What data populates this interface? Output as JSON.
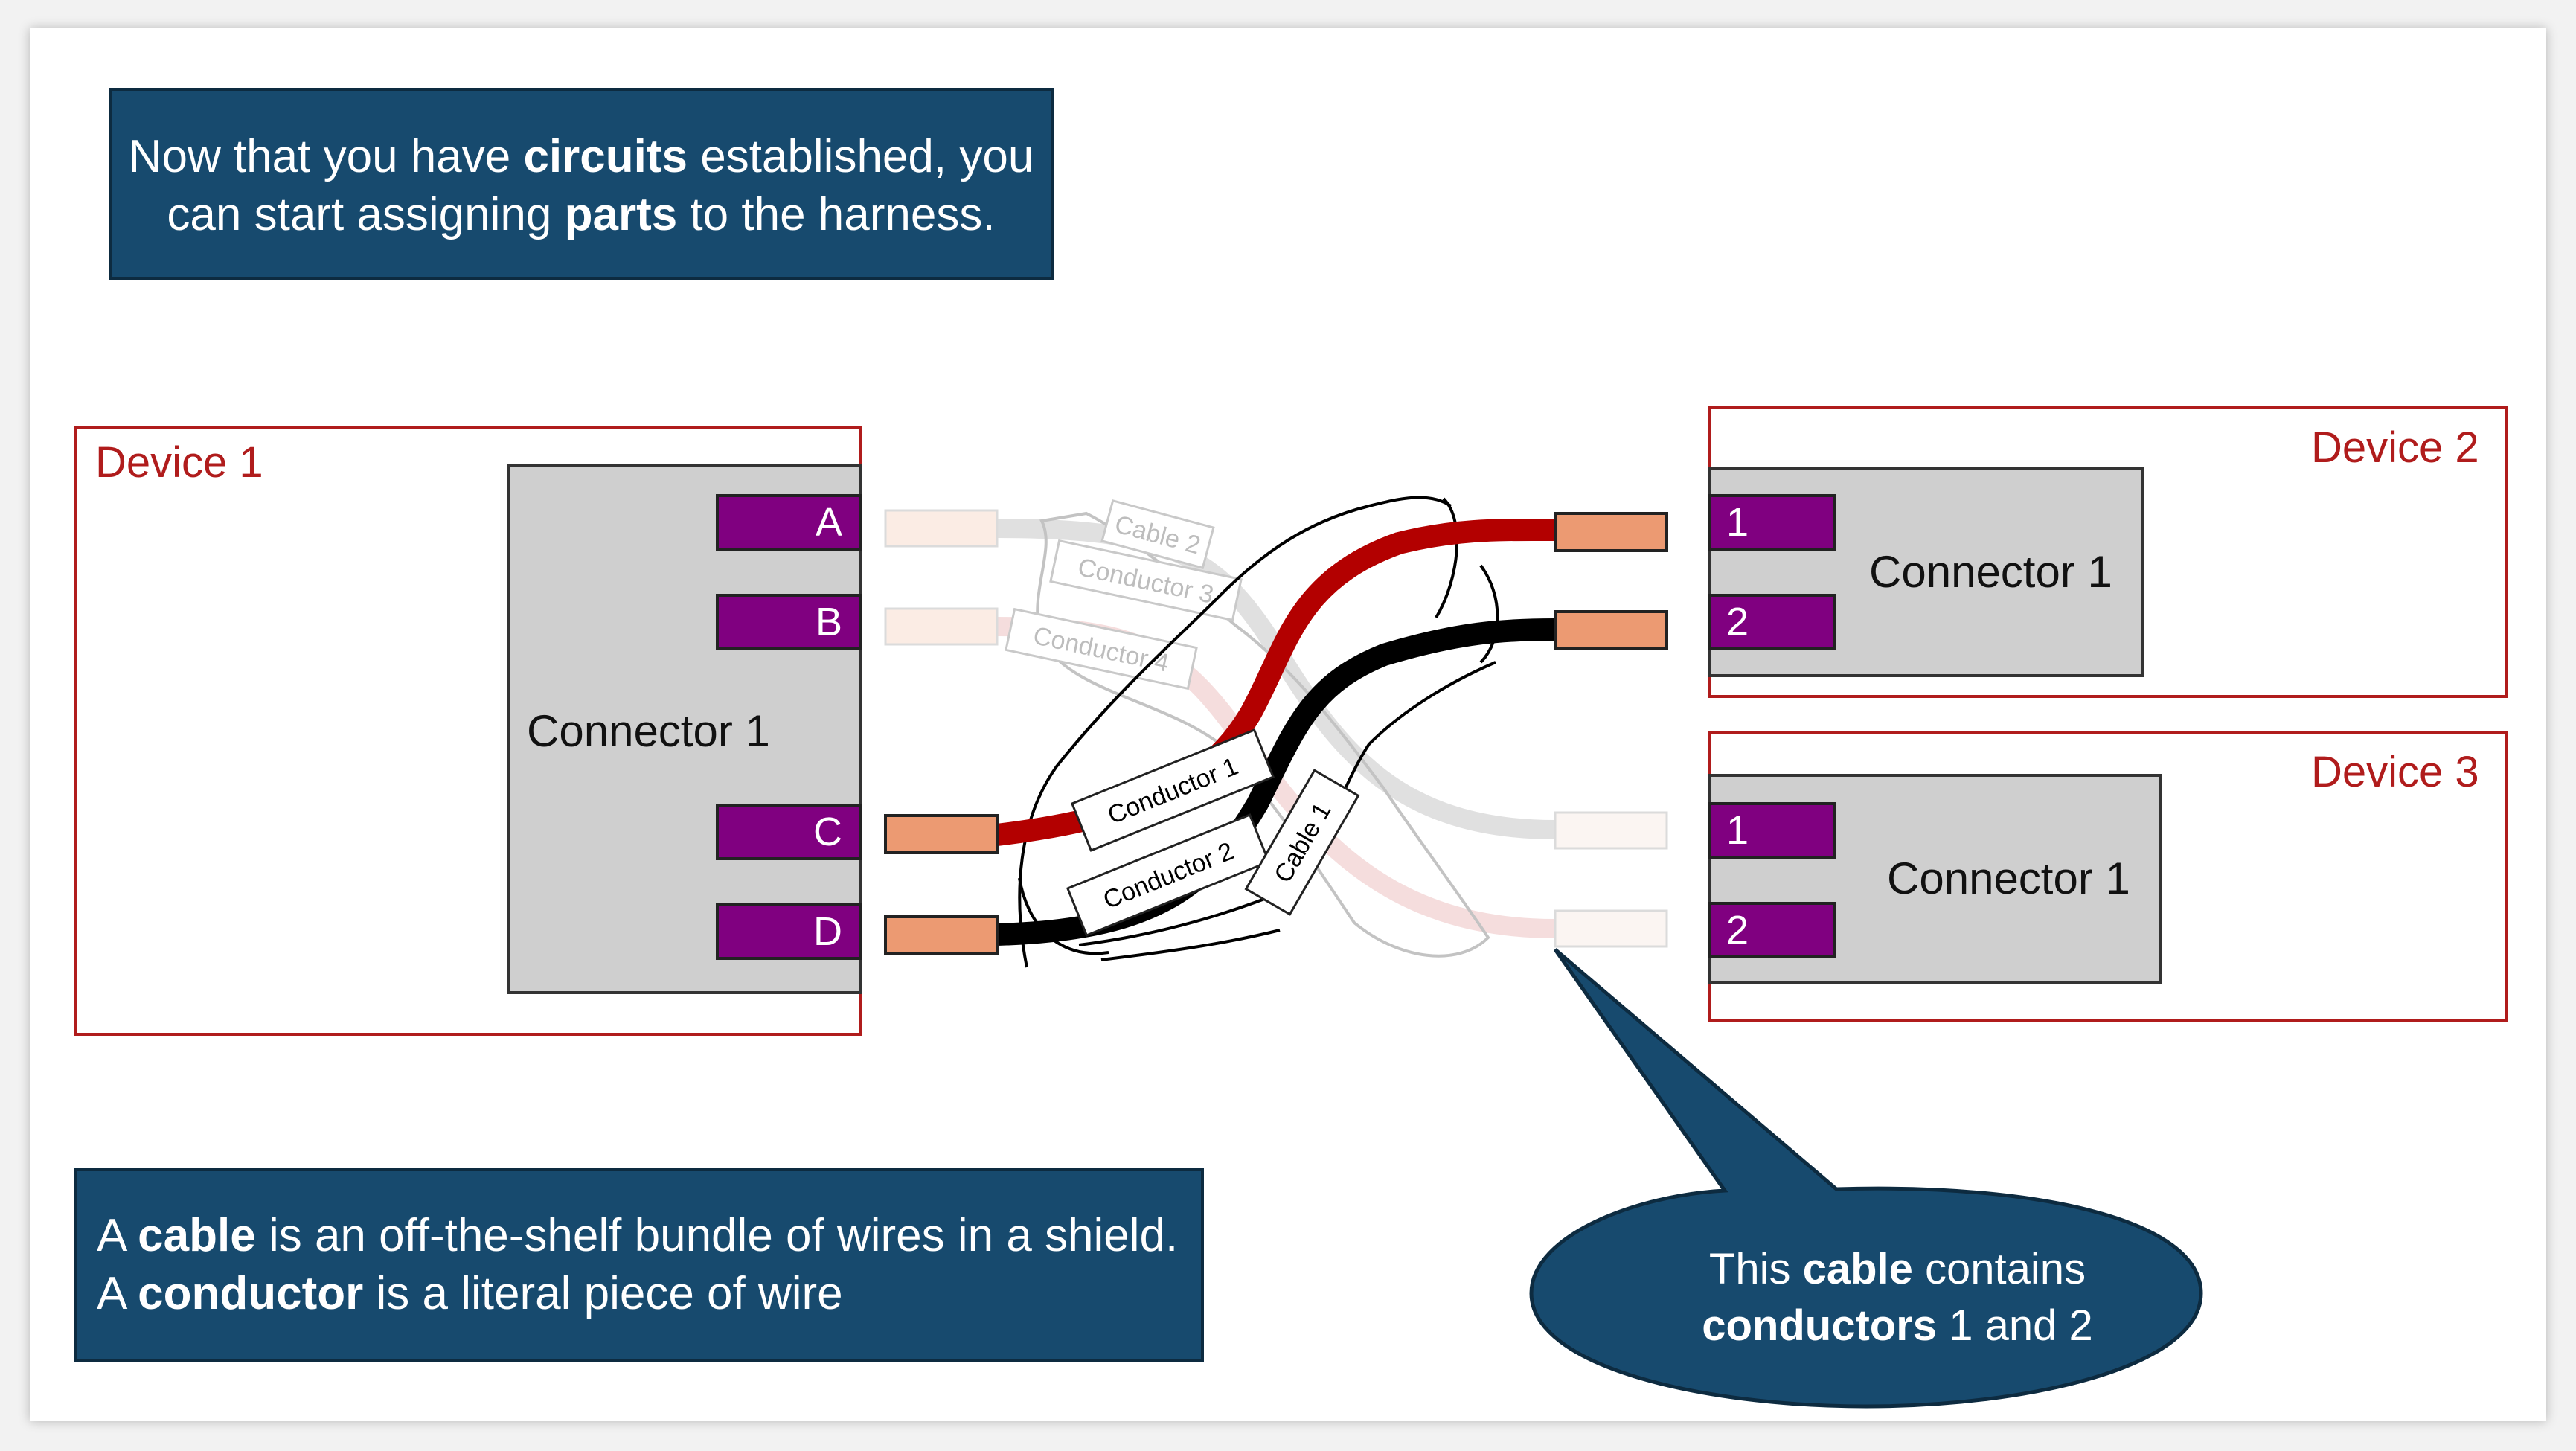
{
  "callout_top": {
    "pre": "Now that you have ",
    "bold1": "circuits",
    "mid": " established, you can start assigning ",
    "bold2": "parts",
    "post": " to the harness."
  },
  "callout_bottom": {
    "line1_pre": "A ",
    "line1_bold": "cable",
    "line1_post": " is an off-the-shelf bundle of wires in a shield.",
    "line2_pre": "A ",
    "line2_bold": "conductor",
    "line2_post": " is a literal piece of wire"
  },
  "bubble": {
    "line1_pre": "This ",
    "line1_bold": "cable",
    "line1_post": " contains",
    "line2_bold": "conductors",
    "line2_post": " 1 and 2"
  },
  "devices": {
    "device1": {
      "label": "Device 1",
      "connector": "Connector 1",
      "pins": [
        "A",
        "B",
        "C",
        "D"
      ]
    },
    "device2": {
      "label": "Device 2",
      "connector": "Connector 1",
      "pins": [
        "1",
        "2"
      ]
    },
    "device3": {
      "label": "Device 3",
      "connector": "Connector 1",
      "pins": [
        "1",
        "2"
      ]
    }
  },
  "wire_labels": {
    "conductor1": "Conductor 1",
    "conductor2": "Conductor 2",
    "cable1": "Cable 1",
    "cable2": "Cable 2",
    "conductor3": "Conductor 3",
    "conductor4": "Conductor 4"
  },
  "colors": {
    "callout_bg": "#174a6e",
    "device_border": "#b01c1c",
    "pin_fill": "#800080",
    "connector_fill": "#cfcfcf",
    "terminal_fill": "#ec9a72",
    "wire_red": "#b30000",
    "wire_black": "#000000"
  }
}
